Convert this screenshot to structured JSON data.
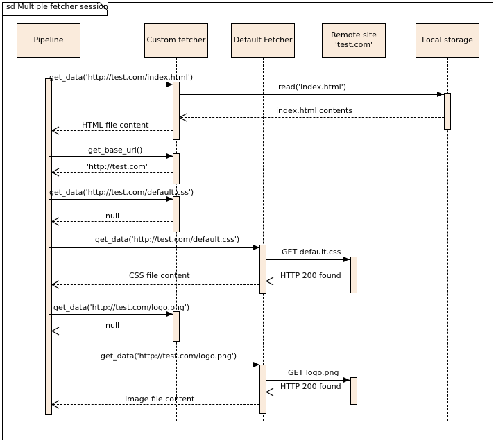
{
  "diagram": {
    "type": "uml-sequence-diagram",
    "frame_label": "sd Multiple fetcher session",
    "colors": {
      "box_fill": "#faebdc",
      "stroke": "#000000",
      "background": "#ffffff"
    }
  },
  "lifelines": [
    {
      "id": "pipeline",
      "name": "Pipeline",
      "line2": ""
    },
    {
      "id": "custom_fetcher",
      "name": "Custom fetcher",
      "line2": ""
    },
    {
      "id": "default_fetcher",
      "name": "Default Fetcher",
      "line2": ""
    },
    {
      "id": "remote_site",
      "name": "Remote site",
      "line2": "'test.com'"
    },
    {
      "id": "local_storage",
      "name": "Local storage",
      "line2": ""
    }
  ],
  "messages": [
    {
      "n": 1,
      "label": "get_data('http://test.com/index.html')",
      "from": "pipeline",
      "to": "custom_fetcher",
      "kind": "call"
    },
    {
      "n": 2,
      "label": "read('index.html')",
      "from": "custom_fetcher",
      "to": "local_storage",
      "kind": "call"
    },
    {
      "n": 3,
      "label": "index.html contents",
      "from": "local_storage",
      "to": "custom_fetcher",
      "kind": "return"
    },
    {
      "n": 4,
      "label": "HTML file content",
      "from": "custom_fetcher",
      "to": "pipeline",
      "kind": "return"
    },
    {
      "n": 5,
      "label": "get_base_url()",
      "from": "pipeline",
      "to": "custom_fetcher",
      "kind": "call"
    },
    {
      "n": 6,
      "label": "'http://test.com'",
      "from": "custom_fetcher",
      "to": "pipeline",
      "kind": "return"
    },
    {
      "n": 7,
      "label": "get_data('http://test.com/default.css')",
      "from": "pipeline",
      "to": "custom_fetcher",
      "kind": "call"
    },
    {
      "n": 8,
      "label": "null",
      "from": "custom_fetcher",
      "to": "pipeline",
      "kind": "return"
    },
    {
      "n": 9,
      "label": "get_data('http://test.com/default.css')",
      "from": "pipeline",
      "to": "default_fetcher",
      "kind": "call"
    },
    {
      "n": 10,
      "label": "GET default.css",
      "from": "default_fetcher",
      "to": "remote_site",
      "kind": "call"
    },
    {
      "n": 11,
      "label": "HTTP 200 found",
      "from": "remote_site",
      "to": "default_fetcher",
      "kind": "return"
    },
    {
      "n": 12,
      "label": "CSS file content",
      "from": "default_fetcher",
      "to": "pipeline",
      "kind": "return"
    },
    {
      "n": 13,
      "label": "get_data('http://test.com/logo.png')",
      "from": "pipeline",
      "to": "custom_fetcher",
      "kind": "call"
    },
    {
      "n": 14,
      "label": "null",
      "from": "custom_fetcher",
      "to": "pipeline",
      "kind": "return"
    },
    {
      "n": 15,
      "label": "get_data('http://test.com/logo.png')",
      "from": "pipeline",
      "to": "default_fetcher",
      "kind": "call"
    },
    {
      "n": 16,
      "label": "GET logo.png",
      "from": "default_fetcher",
      "to": "remote_site",
      "kind": "call"
    },
    {
      "n": 17,
      "label": "HTTP 200 found",
      "from": "remote_site",
      "to": "default_fetcher",
      "kind": "return"
    },
    {
      "n": 18,
      "label": "Image file content",
      "from": "default_fetcher",
      "to": "pipeline",
      "kind": "return"
    }
  ]
}
